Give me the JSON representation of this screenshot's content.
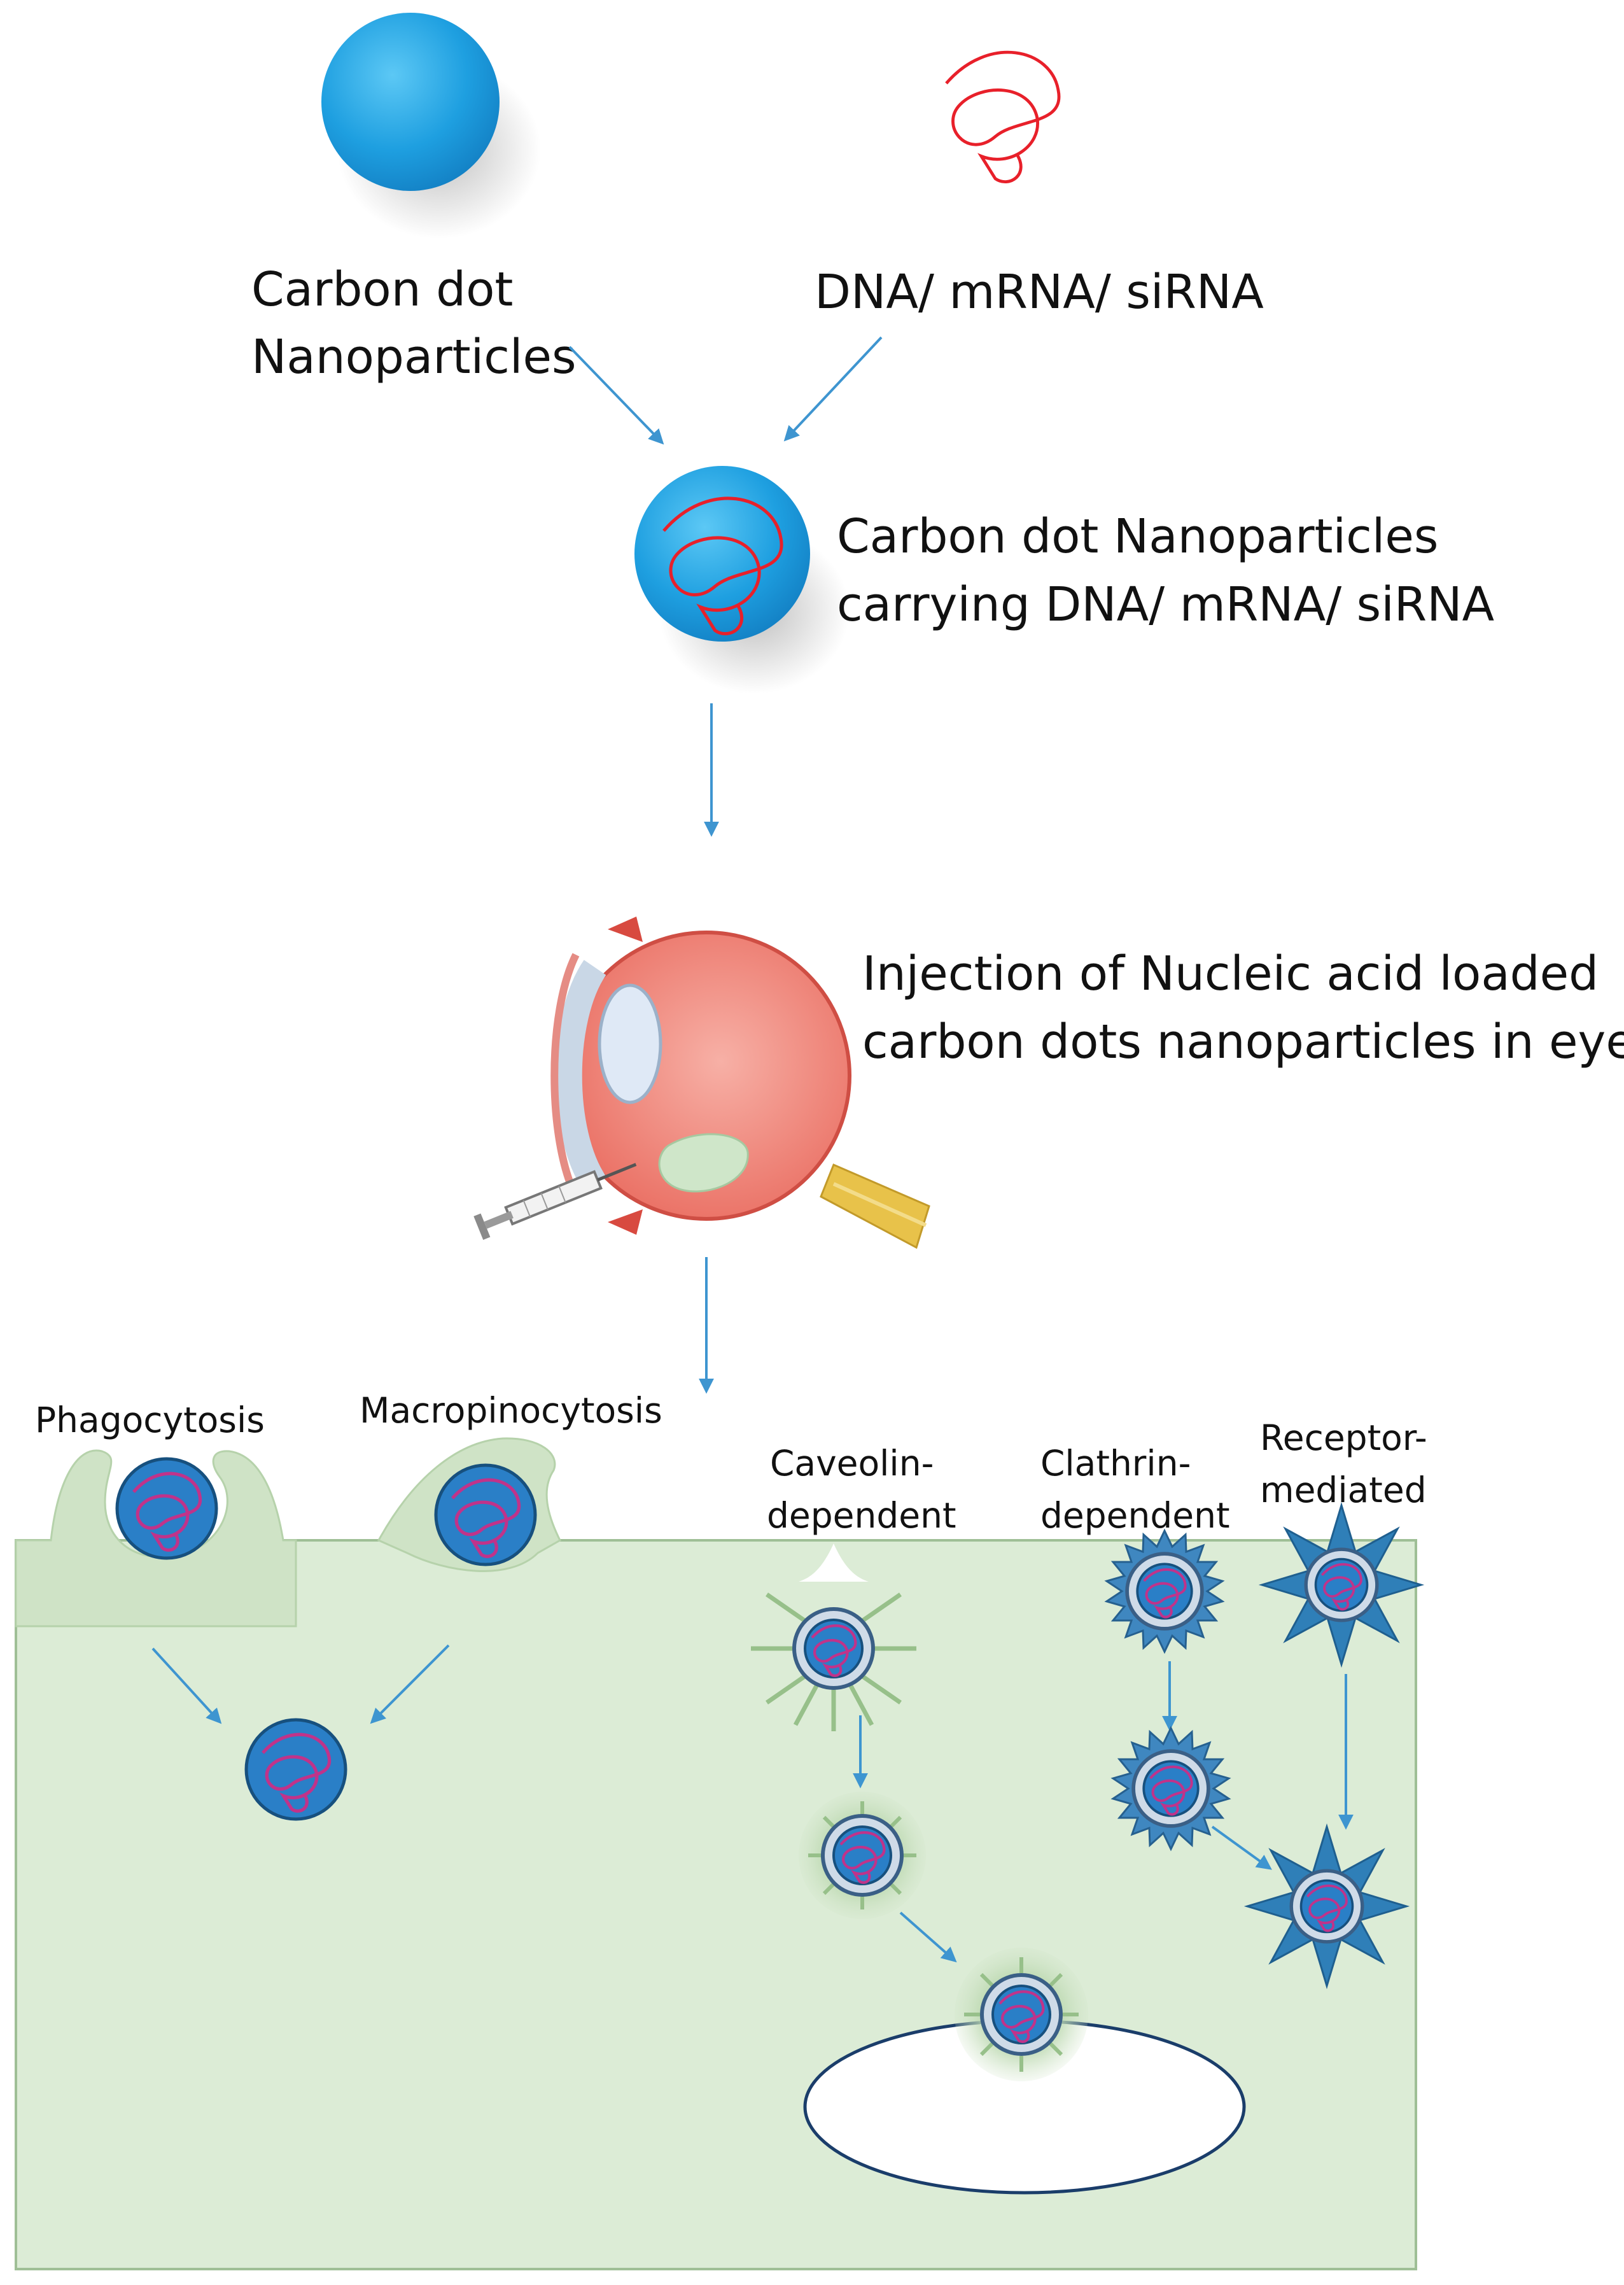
{
  "labels": {
    "carbon_dot_line1": "Carbon dot",
    "carbon_dot_line2": "Nanoparticles",
    "nucleic_acids": "DNA/ mRNA/ siRNA",
    "carrying_line1": "Carbon dot Nanoparticles",
    "carrying_line2": "carrying DNA/ mRNA/ siRNA",
    "injection_line1": "Injection of Nucleic acid loaded",
    "injection_line2": "carbon dots nanoparticles in eye",
    "phagocytosis": "Phagocytosis",
    "macropinocytosis": "Macropinocytosis",
    "caveolin_line1": "Caveolin-",
    "caveolin_line2": "dependent",
    "clathrin_line1": "Clathrin-",
    "clathrin_line2": "dependent",
    "receptor_line1": "Receptor-",
    "receptor_line2": "mediated"
  },
  "colors": {
    "nanoparticle": "#1e9fe0",
    "nucleic_acid": "#e8202a",
    "arrow": "#3e95d0",
    "cell": "#dcecd6",
    "membrane_stroke": "#9cc090",
    "spike": "#2f7fb8",
    "caveolin": "#97c08a"
  }
}
